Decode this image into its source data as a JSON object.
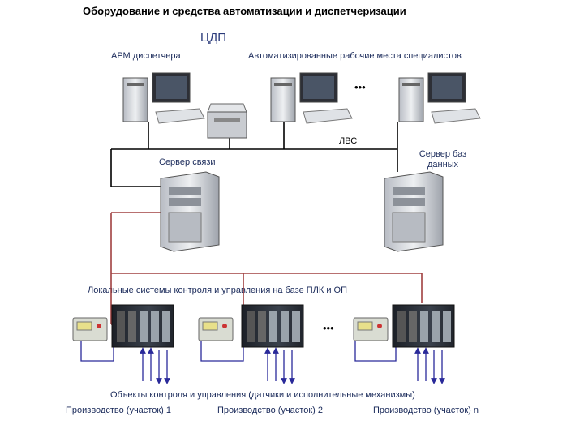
{
  "title": "Оборудование и средства автоматизации и диспетчеризации",
  "center_label": "ЦДП",
  "workstations": {
    "dispatcher_label": "АРМ диспетчера",
    "specialists_label": "Автоматизированные рабочие места специалистов",
    "ellipsis": "•••"
  },
  "network_label": "ЛВС",
  "servers": {
    "comm_label": "Сервер связи",
    "db_label": "Сервер баз данных"
  },
  "local_systems_label": "Локальные системы контроля и управления на базе ПЛК и ОП",
  "plc_ellipsis": "•••",
  "objects_label": "Объекты контроля и управления (датчики и исполнительные механизмы)",
  "sites": [
    "Производство (участок) 1",
    "Производство (участок) 2",
    "Производство (участок) n"
  ],
  "colors": {
    "lan_line": "#000000",
    "link_line": "#a04040",
    "field_line": "#2a2a9a",
    "label_text": "#1a2a5a"
  }
}
